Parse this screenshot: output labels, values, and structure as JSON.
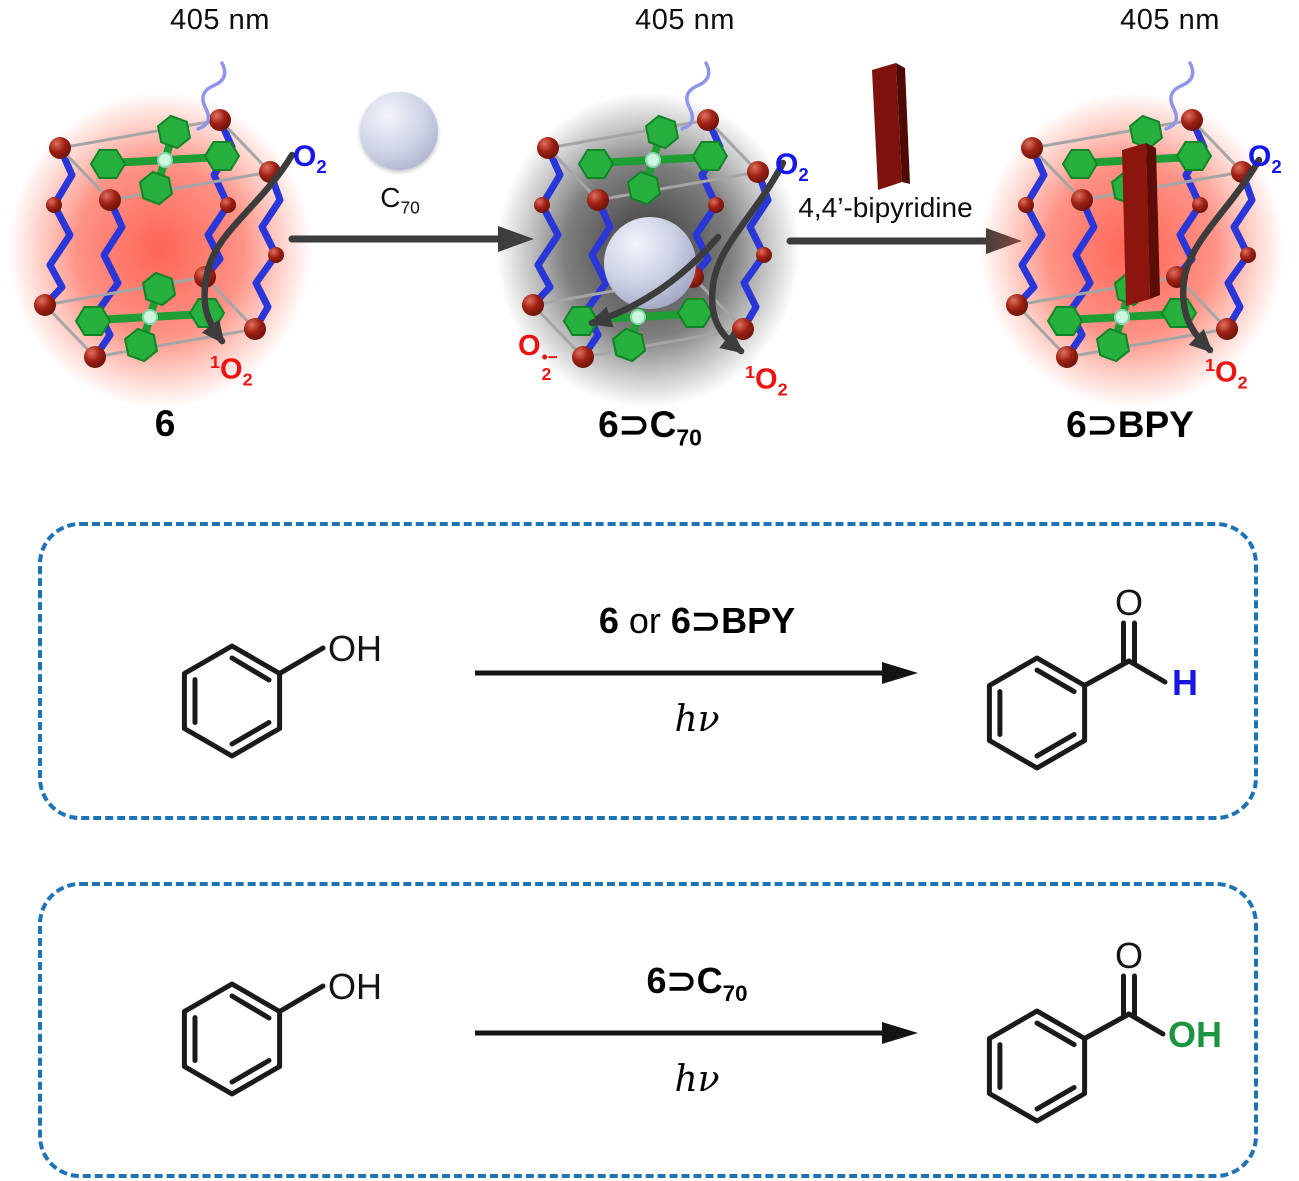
{
  "top": {
    "wavelengths": [
      "405 nm",
      "405 nm",
      "405 nm"
    ],
    "o2": {
      "base": "O",
      "sub": "2"
    },
    "singlet_o2": {
      "sup": "1",
      "base": "O",
      "sub": "2"
    },
    "superoxide": {
      "base": "O",
      "sup": "•−",
      "sub": "2"
    },
    "cage1": {
      "name": "6"
    },
    "cage2": {
      "name_main": "6⊃C",
      "name_sub": "70"
    },
    "cage3": {
      "name": "6⊃BPY"
    },
    "step1": {
      "main": "C",
      "sub": "70"
    },
    "step2": {
      "reagent": "4,4’-bipyridine"
    }
  },
  "reaction1": {
    "substrate_group": "OH",
    "catalyst_a": "6",
    "catalyst_or": " or ",
    "catalyst_b": "6⊃BPY",
    "light": "hν",
    "product_o": "O",
    "product_h": "H"
  },
  "reaction2": {
    "substrate_group": "OH",
    "catalyst_main": "6⊃C",
    "catalyst_sub": "70",
    "light": "hν",
    "product_o": "O",
    "product_oh": "OH"
  },
  "colors": {
    "o2_blue": "#1717ef",
    "ros_red": "#ee1111",
    "box_border": "#1e73b5",
    "h_blue": "#1818e0",
    "oh_green": "#1d9440",
    "arrow_dark": "#3c3c3c",
    "arrow_black": "#141414"
  }
}
